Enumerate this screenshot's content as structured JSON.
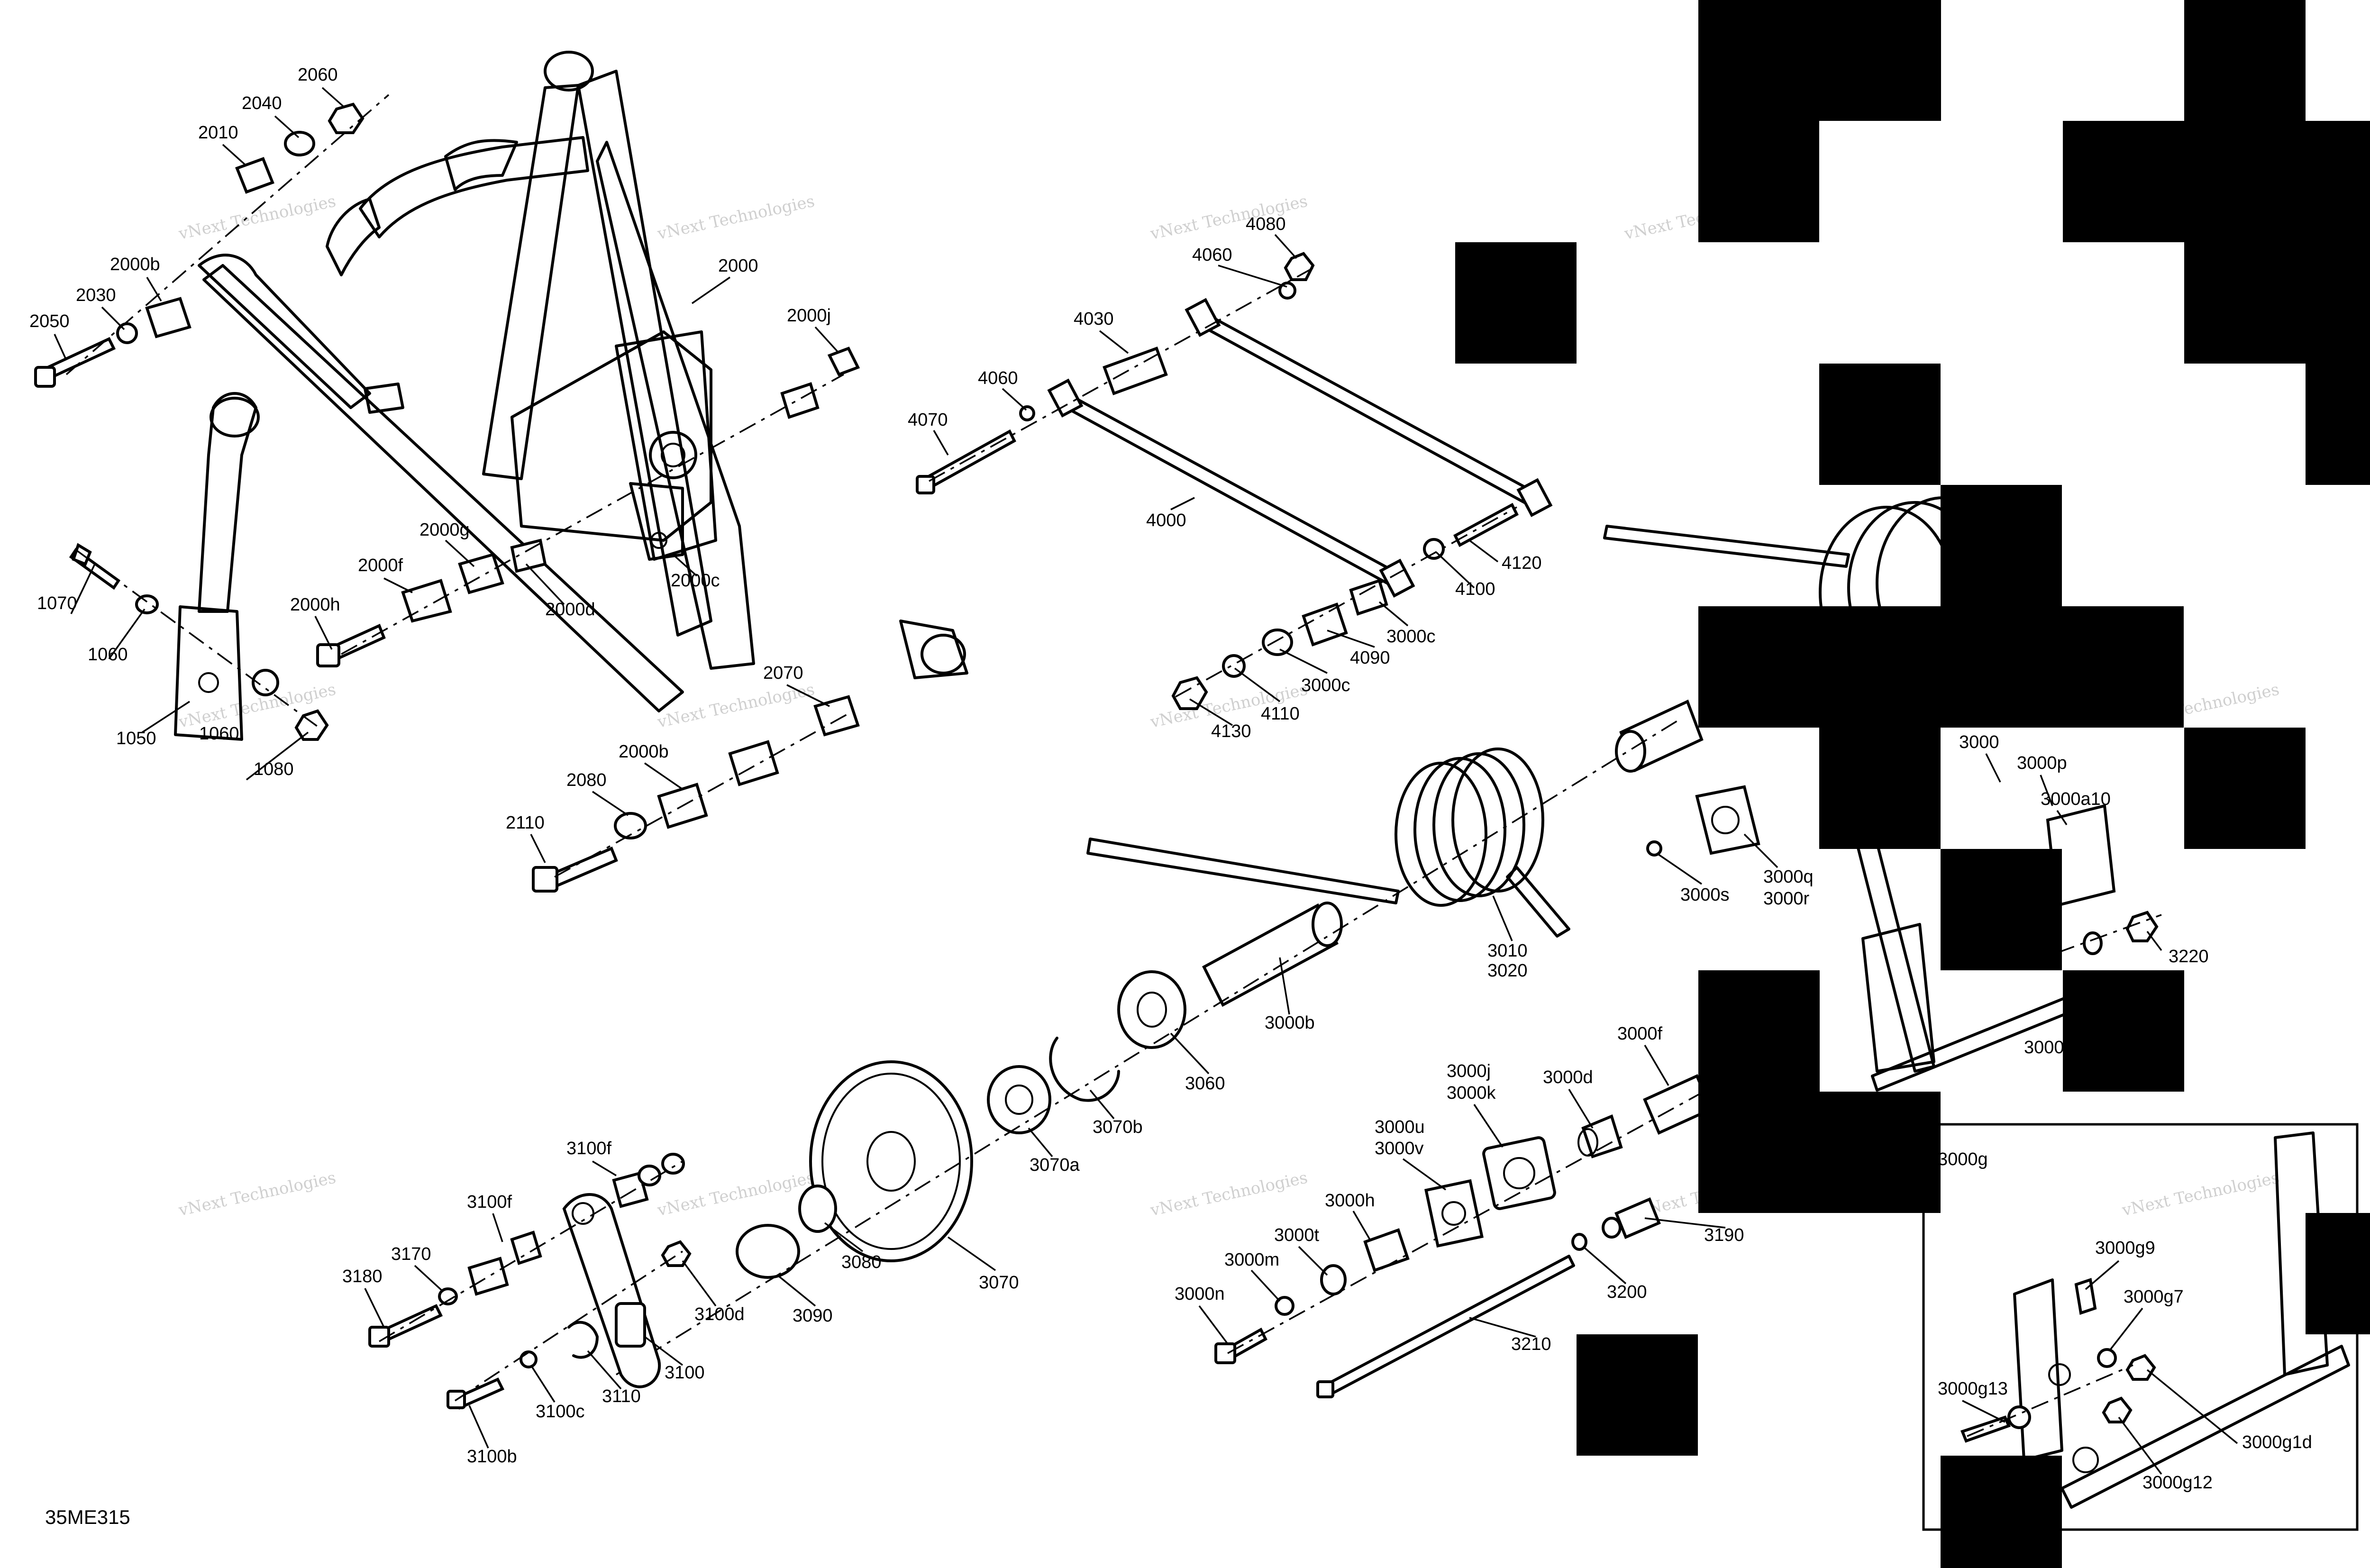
{
  "diagram": {
    "figure_code": "35ME315",
    "watermark_text": "vNext Technologies",
    "watermark_text_parts": [
      "vNext",
      "Technologies"
    ],
    "callouts": [
      "2060",
      "2040",
      "2010",
      "2000b",
      "2030",
      "2050",
      "2000",
      "2000j",
      "1070",
      "1060",
      "1050",
      "1060",
      "1080",
      "2000g",
      "2000f",
      "2000h",
      "2000d",
      "2000c",
      "2070",
      "2000b",
      "2080",
      "2110",
      "4080",
      "4060",
      "4030",
      "4060",
      "4070",
      "4000",
      "4120",
      "4100",
      "3000c",
      "4090",
      "3000c",
      "4110",
      "4130",
      "3000",
      "3000p",
      "3000a10",
      "3000q",
      "3000r",
      "3000s",
      "3010",
      "3020",
      "3000b",
      "3220",
      "3000",
      "3060",
      "3070b",
      "3070a",
      "3070",
      "3080",
      "3090",
      "3100f",
      "3100f",
      "3170",
      "3180",
      "3100d",
      "3100",
      "3110",
      "3100c",
      "3100b",
      "3000f",
      "3000d",
      "3000j",
      "3000k",
      "3000u",
      "3000v",
      "3000h",
      "3000t",
      "3000m",
      "3000n",
      "3190",
      "3200",
      "3210",
      "3000g",
      "3000g9",
      "3000g7",
      "3000g13",
      "3000g1d",
      "3000g12"
    ]
  }
}
